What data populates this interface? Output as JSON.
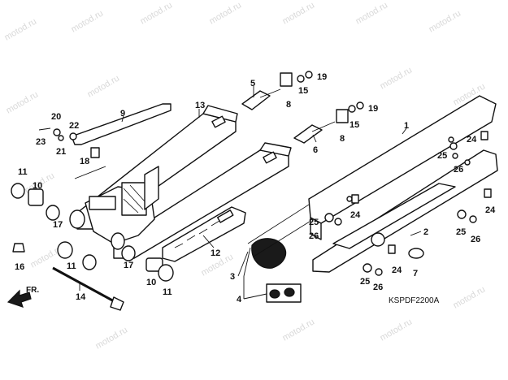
{
  "watermark": "motod.ru",
  "diagram_code": "KSPDF2200A",
  "direction_label": "FR.",
  "callouts": {
    "c1": "1",
    "c2": "2",
    "c3": "3",
    "c4": "4",
    "c5": "5",
    "c6": "6",
    "c7": "7",
    "c8a": "8",
    "c8b": "8",
    "c9": "9",
    "c10a": "10",
    "c10b": "10",
    "c11a": "11",
    "c11b": "11",
    "c11c": "11",
    "c12": "12",
    "c13": "13",
    "c14": "14",
    "c15a": "15",
    "c15b": "15",
    "c16": "16",
    "c17a": "17",
    "c17b": "17",
    "c18": "18",
    "c19a": "19",
    "c19b": "19",
    "c20": "20",
    "c21": "21",
    "c22": "22",
    "c23": "23",
    "c24a": "24",
    "c24b": "24",
    "c24c": "24",
    "c24d": "24",
    "c25a": "25",
    "c25b": "25",
    "c25c": "25",
    "c25d": "25",
    "c26a": "26",
    "c26b": "26",
    "c26c": "26",
    "c26d": "26"
  }
}
